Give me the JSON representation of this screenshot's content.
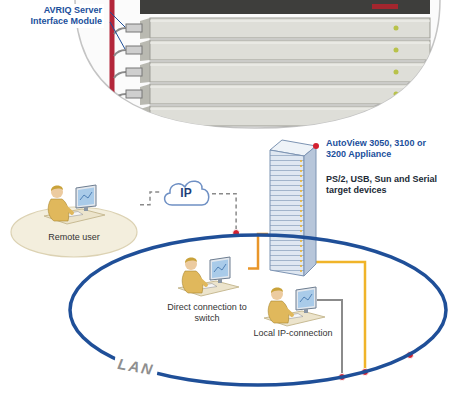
{
  "diagram": {
    "nodes": [
      {
        "text": [
          "Remote user"
        ]
      },
      {
        "text": [
          "IP"
        ]
      },
      {
        "text": [
          "AutoView 3050, 3100 or 3200 Appliance",
          "PS/2, USB, Sun and Serial target devices"
        ]
      },
      {
        "text": [
          "LAN"
        ]
      },
      {
        "text": [
          "Direct connection to switch"
        ],
        "in": 3
      },
      {
        "text": [
          "Local IP-connection"
        ],
        "in": 3
      }
    ],
    "edges": [
      {
        "from": 0,
        "to": 1,
        "arrow": "none"
      },
      {
        "from": 1,
        "to": 3,
        "arrow": "none"
      },
      {
        "from": 4,
        "to": 2,
        "arrow": "none"
      }
    ],
    "labels": [
      "AVRIQ Server Interface Module"
    ]
  }
}
